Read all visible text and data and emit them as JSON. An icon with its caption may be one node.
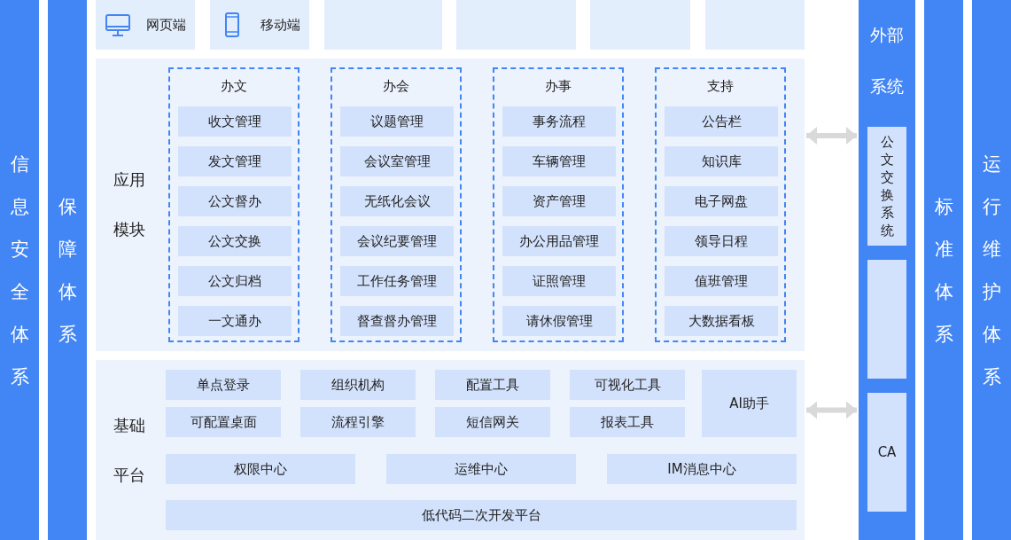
{
  "diagram": {
    "nodes": [
      {
        "text": [
          "信息安全体系"
        ]
      },
      {
        "text": [
          "保障体系"
        ]
      },
      {
        "text": [
          "网页端"
        ]
      },
      {
        "text": [
          "移动端"
        ]
      },
      {
        "text": [],
        "shape": "box"
      },
      {
        "text": [],
        "shape": "box"
      },
      {
        "text": [],
        "shape": "box"
      },
      {
        "text": [],
        "shape": "box"
      },
      {
        "text": [
          "应用模块"
        ]
      },
      {
        "text": [
          "办文"
        ],
        "in": 8
      },
      {
        "text": [
          "收文管理"
        ],
        "in": 9
      },
      {
        "text": [
          "发文管理"
        ],
        "in": 9
      },
      {
        "text": [
          "公文督办"
        ],
        "in": 9
      },
      {
        "text": [
          "公文交换"
        ],
        "in": 9
      },
      {
        "text": [
          "公文归档"
        ],
        "in": 9
      },
      {
        "text": [
          "一文通办"
        ],
        "in": 9
      },
      {
        "text": [
          "办会"
        ],
        "in": 8
      },
      {
        "text": [
          "议题管理"
        ],
        "in": 16
      },
      {
        "text": [
          "会议室管理"
        ],
        "in": 16
      },
      {
        "text": [
          "无纸化会议"
        ],
        "in": 16
      },
      {
        "text": [
          "会议纪要管理"
        ],
        "in": 16
      },
      {
        "text": [
          "工作任务管理"
        ],
        "in": 16
      },
      {
        "text": [
          "督查督办管理"
        ],
        "in": 16
      },
      {
        "text": [
          "办事"
        ],
        "in": 8
      },
      {
        "text": [
          "事务流程"
        ],
        "in": 23
      },
      {
        "text": [
          "车辆管理"
        ],
        "in": 23
      },
      {
        "text": [
          "资产管理"
        ],
        "in": 23
      },
      {
        "text": [
          "办公用品管理"
        ],
        "in": 23
      },
      {
        "text": [
          "证照管理"
        ],
        "in": 23
      },
      {
        "text": [
          "请休假管理"
        ],
        "in": 23
      },
      {
        "text": [
          "支持"
        ],
        "in": 8
      },
      {
        "text": [
          "公告栏"
        ],
        "in": 30
      },
      {
        "text": [
          "知识库"
        ],
        "in": 30
      },
      {
        "text": [
          "电子网盘"
        ],
        "in": 30
      },
      {
        "text": [
          "领导日程"
        ],
        "in": 30
      },
      {
        "text": [
          "值班管理"
        ],
        "in": 30
      },
      {
        "text": [
          "大数据看板"
        ],
        "in": 30
      },
      {
        "text": [
          "基础平台"
        ]
      },
      {
        "text": [
          "单点登录"
        ],
        "in": 37
      },
      {
        "text": [
          "组织机构"
        ],
        "in": 37
      },
      {
        "text": [
          "配置工具"
        ],
        "in": 37
      },
      {
        "text": [
          "可视化工具"
        ],
        "in": 37
      },
      {
        "text": [
          "AI助手"
        ],
        "in": 37
      },
      {
        "text": [
          "可配置桌面"
        ],
        "in": 37
      },
      {
        "text": [
          "流程引擎"
        ],
        "in": 37
      },
      {
        "text": [
          "短信网关"
        ],
        "in": 37
      },
      {
        "text": [
          "报表工具"
        ],
        "in": 37
      },
      {
        "text": [
          "权限中心"
        ],
        "in": 37
      },
      {
        "text": [
          "运维中心"
        ],
        "in": 37
      },
      {
        "text": [
          "IM消息中心"
        ],
        "in": 37
      },
      {
        "text": [
          "低代码二次开发平台"
        ],
        "in": 37
      },
      {
        "text": [
          "外部系统"
        ]
      },
      {
        "text": [
          "公文交换系统"
        ],
        "in": 51
      },
      {
        "text": [],
        "shape": "box",
        "in": 51
      },
      {
        "text": [
          "CA"
        ],
        "in": 51
      },
      {
        "text": [
          "标准体系"
        ]
      },
      {
        "text": [
          "运行维护体系"
        ]
      }
    ],
    "edges": [
      {
        "from": 8,
        "to": 51,
        "arrow": "both",
        "color": "#d9d9d9"
      },
      {
        "from": 37,
        "to": 51,
        "arrow": "both",
        "color": "#d9d9d9"
      }
    ]
  }
}
